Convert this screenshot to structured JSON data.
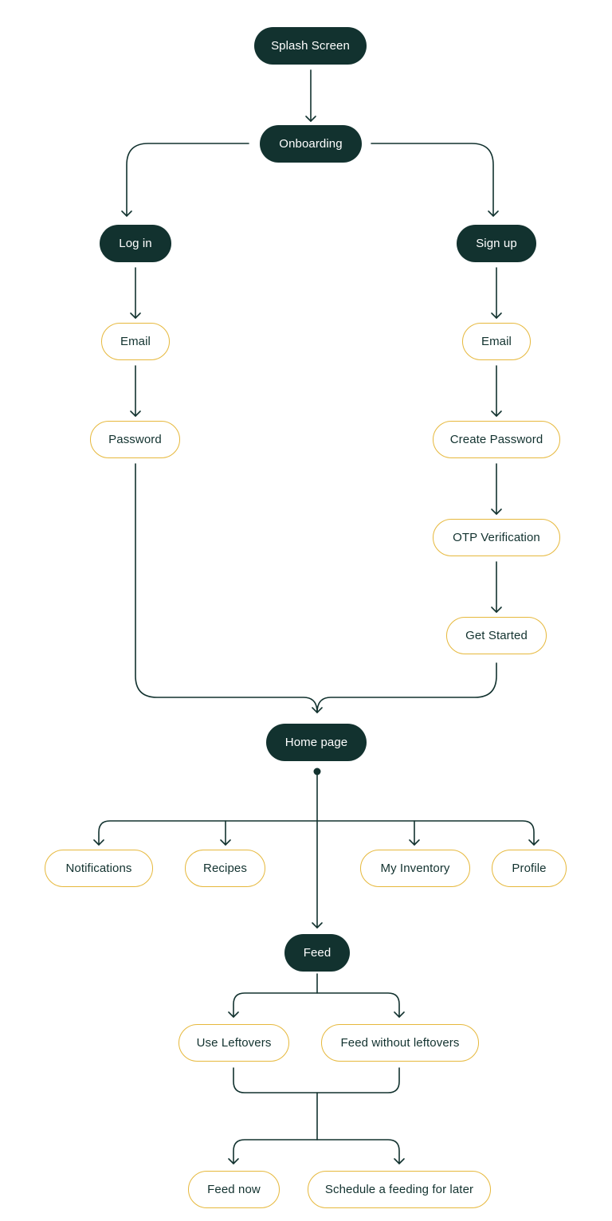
{
  "colors": {
    "dark_node": "#12322f",
    "outline_border": "#e6b83c",
    "connector": "#12322f",
    "background": "#ffffff"
  },
  "nodes": {
    "splash_screen": "Splash Screen",
    "onboarding": "Onboarding",
    "log_in": "Log in",
    "sign_up": "Sign up",
    "login_email": "Email",
    "login_password": "Password",
    "signup_email": "Email",
    "create_password": "Create Password",
    "otp_verification": "OTP Verification",
    "get_started": "Get Started",
    "home_page": "Home page",
    "notifications": "Notifications",
    "recipes": "Recipes",
    "my_inventory": "My Inventory",
    "profile": "Profile",
    "feed": "Feed",
    "use_leftovers": "Use Leftovers",
    "feed_without_leftovers": "Feed without leftovers",
    "feed_now": "Feed now",
    "schedule_feeding": "Schedule a feeding for later"
  }
}
